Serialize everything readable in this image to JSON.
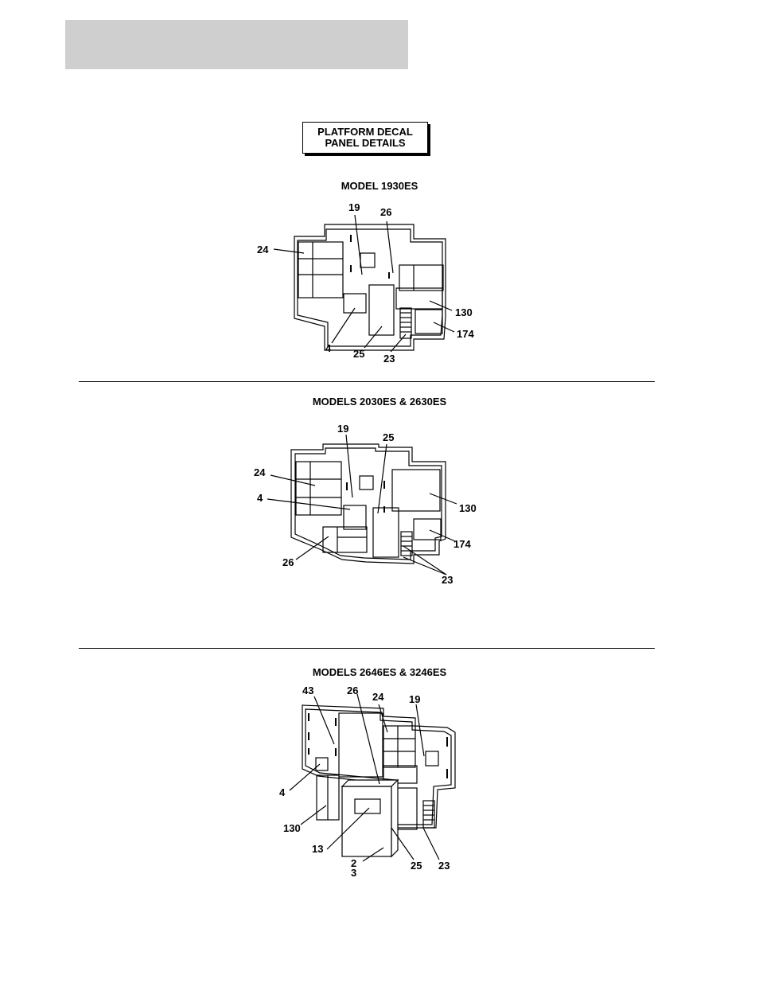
{
  "title": {
    "line1": "PLATFORM DECAL",
    "line2": "PANEL DETAILS"
  },
  "sections": [
    {
      "heading": "MODEL 1930ES",
      "callouts": [
        "19",
        "26",
        "24",
        "130",
        "174",
        "4",
        "25",
        "23"
      ]
    },
    {
      "heading": "MODELS 2030ES & 2630ES",
      "callouts": [
        "19",
        "25",
        "24",
        "4",
        "130",
        "174",
        "26",
        "23"
      ]
    },
    {
      "heading": "MODELS 2646ES & 3246ES",
      "callouts": [
        "43",
        "26",
        "24",
        "19",
        "4",
        "130",
        "13",
        "2",
        "3",
        "25",
        "23"
      ]
    }
  ]
}
